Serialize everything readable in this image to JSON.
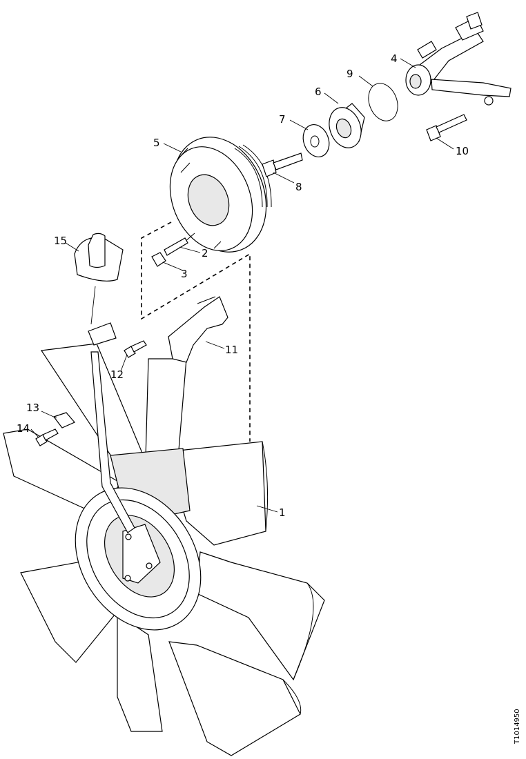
{
  "figure": {
    "id": "T1014950",
    "callouts": [
      "1",
      "2",
      "3",
      "4",
      "5",
      "6",
      "7",
      "8",
      "9",
      "10",
      "11",
      "12",
      "13",
      "14",
      "15"
    ]
  },
  "icons": {
    "fan": "fan-blade-assembly",
    "pulley": "pulley",
    "bearing": "bearing",
    "bolt": "bolt"
  }
}
